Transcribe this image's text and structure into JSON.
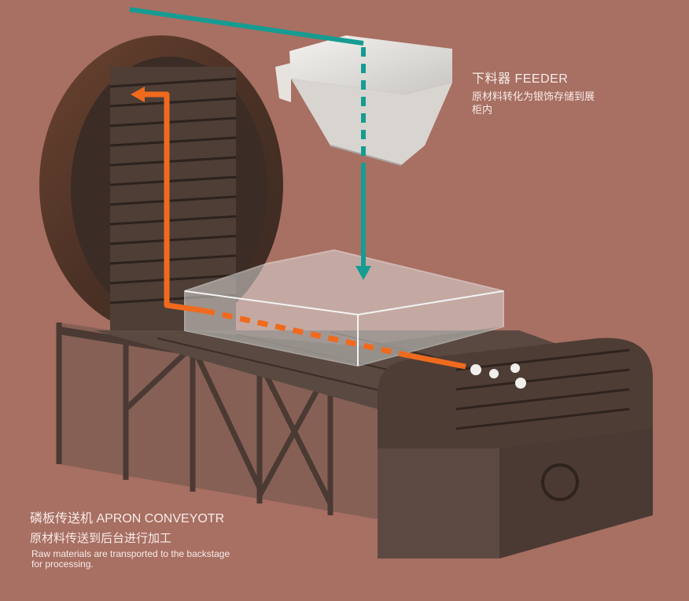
{
  "feeder": {
    "title": "下料器  FEEDER",
    "description": "原材料转化为银饰存储到展柜内"
  },
  "apron_conveyor": {
    "title": "磷板传送机  APRON CONVEYOTR",
    "description_cn": "原材料传送到后台进行加工",
    "description_en": "Raw materials are transported to the backstage for processing."
  },
  "colors": {
    "background": "#a86f63",
    "feed_flow": "#169c92",
    "material_flow": "#f06a1e",
    "rust": "#5e3a28"
  }
}
